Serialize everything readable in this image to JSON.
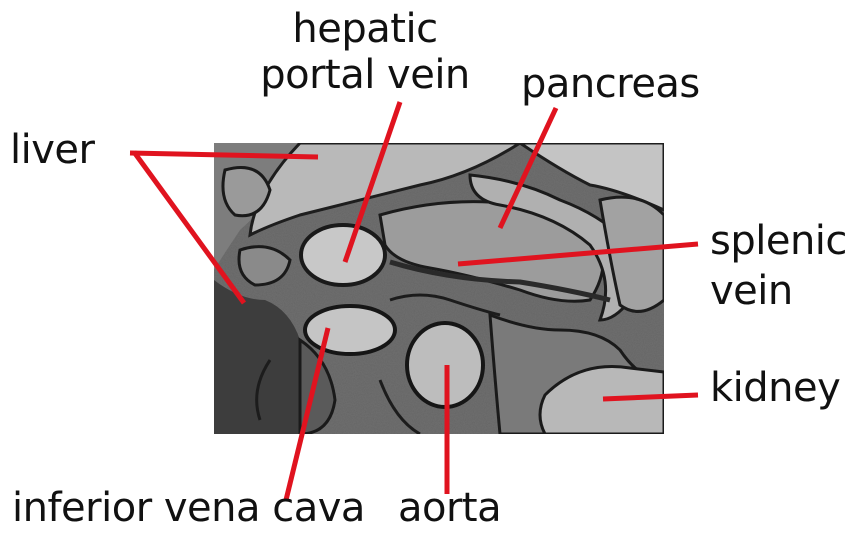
{
  "labels": {
    "liver": "liver",
    "hepatic_portal_vein_line1": "hepatic",
    "hepatic_portal_vein_line2": "portal vein",
    "pancreas": "pancreas",
    "splenic_vein_line1": "splenic",
    "splenic_vein_line2": "vein",
    "kidney": "kidney",
    "inferior_vena_cava": "inferior vena cava",
    "aorta": "aorta"
  },
  "colors": {
    "leader_line": "#e0131f",
    "text": "#111111",
    "scan_background": "#6e6e6e"
  },
  "image": {
    "type": "grayscale MRI scan (abdomen, sagittal section)"
  }
}
